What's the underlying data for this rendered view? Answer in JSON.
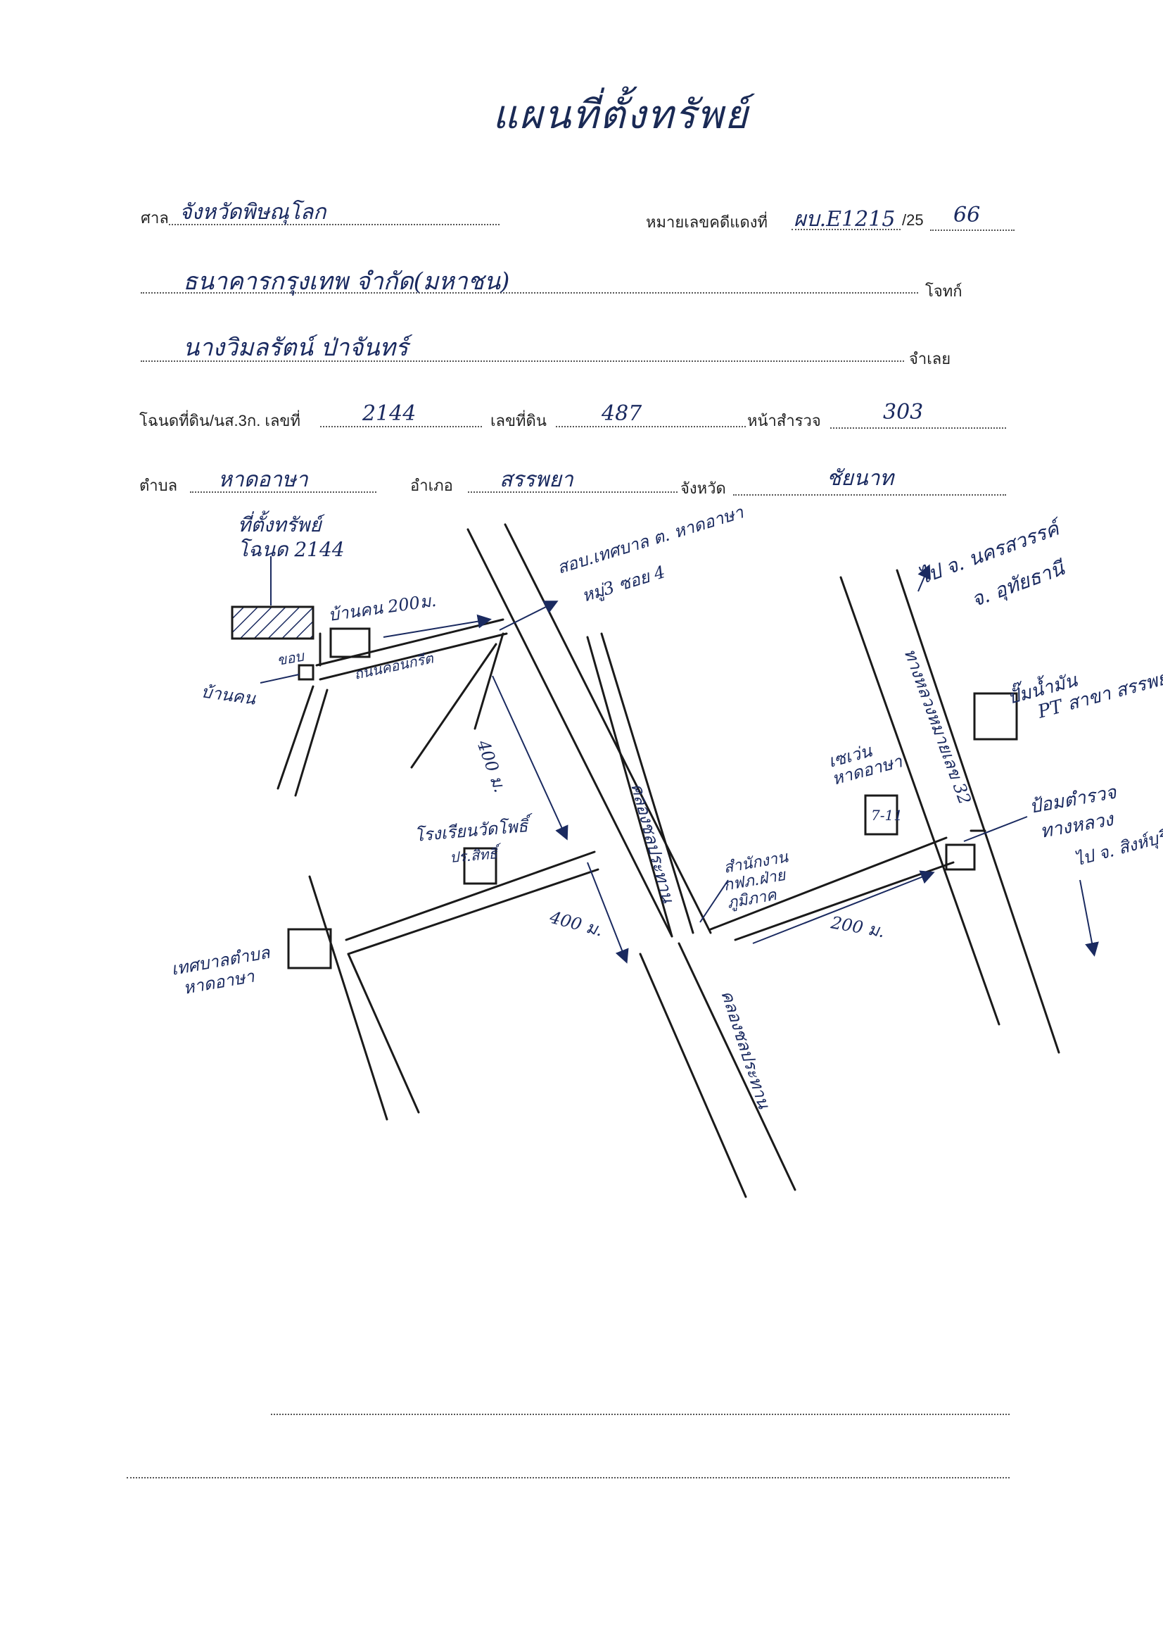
{
  "title": "แผนที่ตั้งทรัพย์",
  "form": {
    "court_label": "ศาล",
    "court_value": "จังหวัดพิษณุโลก",
    "case_label": "หมายเลขคดีแดงที่",
    "case_value": "ผบ.E1215",
    "year_prefix": "/25",
    "year_value": "66",
    "plaintiff_value": "ธนาคารกรุงเทพ จำกัด(มหาชน)",
    "plaintiff_label": "โจทก์",
    "defendant_value": "นางวิมลรัตน์ ป่าจันทร์",
    "defendant_label": "จำเลย",
    "deed_label": "โฉนดที่ดิน/นส.3ก. เลขที่",
    "deed_value": "2144",
    "land_no_label": "เลขที่ดิน",
    "land_no_value": "487",
    "survey_label": "หน้าสำรวจ",
    "survey_value": "303",
    "subdistrict_label": "ตำบล",
    "subdistrict_value": "หาดอาษา",
    "district_label": "อำเภอ",
    "district_value": "สรรพยา",
    "province_label": "จังหวัด",
    "province_value": "ชัยนาท"
  },
  "map": {
    "property_label_1": "ที่ตั้งทรัพย์",
    "property_label_2": "โฉนด 2144",
    "house_a": "บ้านคน",
    "house_b_dist": "บ้านคน 200ม.",
    "concrete_road": "ถนนคอนกรีต",
    "pole": "ขอบ",
    "office": "สอบ.เทศบาล ต. หาดอาษา",
    "office_sub": "หมู่3 ซอย 4",
    "to_nakhon_1": "ไป จ. นครสวรรค์",
    "to_nakhon_2": "จ. อุทัยธานี",
    "dist_400_a": "400 ม.",
    "dist_400_b": "400 ม.",
    "dist_200": "200 ม.",
    "canal_1": "คลองชลประทาน",
    "canal_2": "คลองชลประทาน",
    "highway": "ทางหลวงหมายเลข 32",
    "gas_station_1": "ปั๊มน้ำมัน",
    "gas_station_2": "PT สาขา สรรพยา",
    "school_1": "โรงเรียนวัดโพธิ์",
    "school_2": "ปร.สิทธิ์",
    "seven_1": "เซเว่น",
    "seven_2": "หาดอาษา",
    "seven_3": "7-11",
    "electricity_1": "สำนักงาน",
    "electricity_2": "กฟภ.ฝ่าย",
    "electricity_3": "ภูมิภาค",
    "police_1": "ป้อมตำรวจ",
    "police_2": "ทางหลวง",
    "to_singburi": "ไป จ. สิงห์บุรี",
    "municipality_1": "เทศบาลตำบล",
    "municipality_2": "หาดอาษา"
  }
}
